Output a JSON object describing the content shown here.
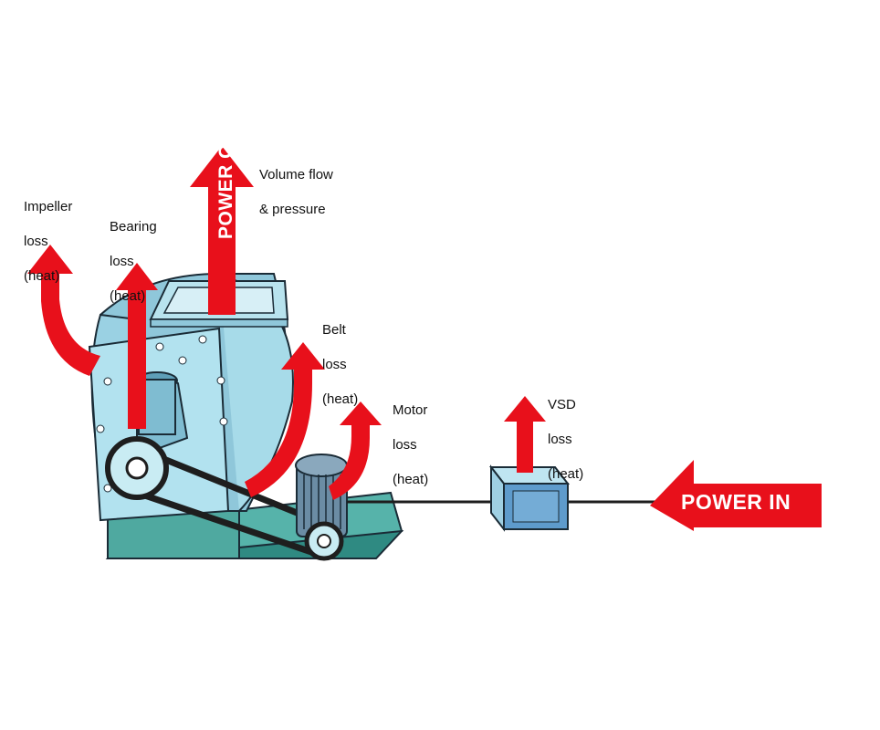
{
  "labels": {
    "impeller": [
      "Impeller",
      "loss",
      "(heat)"
    ],
    "bearing": [
      "Bearing",
      "loss",
      "(heat)"
    ],
    "volume": [
      "Volume flow",
      "& pressure"
    ],
    "belt": [
      "Belt",
      "loss",
      "(heat)"
    ],
    "motor": [
      "Motor",
      "loss",
      "(heat)"
    ],
    "vsd": [
      "VSD",
      "loss",
      "(heat)"
    ]
  },
  "arrows": {
    "power_out": "POWER OUT",
    "power_in": "POWER IN"
  },
  "colors": {
    "arrow_red": "#e8101b",
    "fan_blue": "#a9dcea",
    "base_teal": "#4fa9a0",
    "outline": "#1a2b36"
  }
}
